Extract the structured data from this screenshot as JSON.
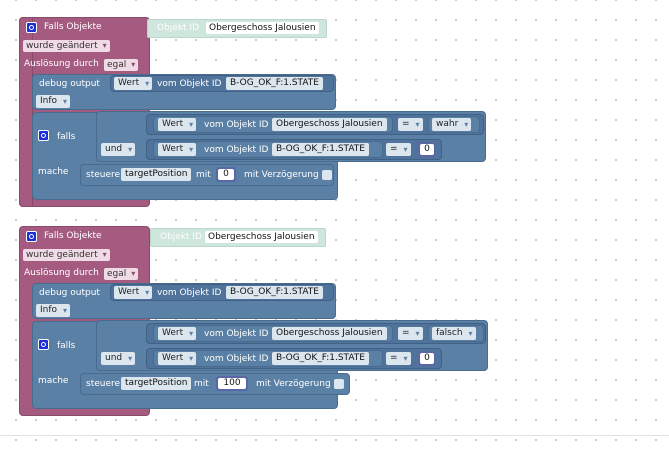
{
  "scripts": [
    {
      "trigger": {
        "title": "Falls Objekte",
        "object_label": "Objekt ID",
        "object_value": "Obergeschoss Jalousien",
        "change_option": "wurde geändert",
        "trigger_label": "Auslösung durch",
        "trigger_option": "egal"
      },
      "debug": {
        "label": "debug output",
        "value_option": "Wert",
        "from_object": "vom Objekt ID",
        "object_id": "B-OG_OK_F:1.STATE",
        "level_option": "Info"
      },
      "condition": {
        "if_label": "falls",
        "and_option": "und",
        "compare1": {
          "value_option": "Wert",
          "from_object": "vom Objekt ID",
          "object_id": "Obergeschoss Jalousien",
          "operator": "=",
          "right_option": "wahr"
        },
        "compare2": {
          "value_option": "Wert",
          "from_object": "vom Objekt ID",
          "object_id": "B-OG_OK_F:1.STATE",
          "operator": "=",
          "right_value": "0"
        }
      },
      "action": {
        "do_label": "mache",
        "control_label": "steuere",
        "target": "targetPosition",
        "with_label": "mit",
        "value": "0",
        "delay_label": "mit Verzögerung"
      }
    },
    {
      "trigger": {
        "title": "Falls Objekte",
        "object_label": "Objekt ID",
        "object_value": "Obergeschoss Jalousien",
        "change_option": "wurde geändert",
        "trigger_label": "Auslösung durch",
        "trigger_option": "egal"
      },
      "debug": {
        "label": "debug output",
        "value_option": "Wert",
        "from_object": "vom Objekt ID",
        "object_id": "B-OG_OK_F:1.STATE",
        "level_option": "Info"
      },
      "condition": {
        "if_label": "falls",
        "and_option": "und",
        "compare1": {
          "value_option": "Wert",
          "from_object": "vom Objekt ID",
          "object_id": "Obergeschoss Jalousien",
          "operator": "=",
          "right_option": "falsch"
        },
        "compare2": {
          "value_option": "Wert",
          "from_object": "vom Objekt ID",
          "object_id": "B-OG_OK_F:1.STATE",
          "operator": "=",
          "right_value": "0"
        }
      },
      "action": {
        "do_label": "mache",
        "control_label": "steuere",
        "target": "targetPosition",
        "with_label": "mit",
        "value": "100",
        "delay_label": "mit Verzögerung"
      }
    }
  ],
  "colors": {
    "trigger": "#a55b80",
    "logic": "#5b80a5",
    "object_label": "#cfe6dc",
    "icon": "#1b2fd9",
    "number_slot": "#5b67a5"
  }
}
